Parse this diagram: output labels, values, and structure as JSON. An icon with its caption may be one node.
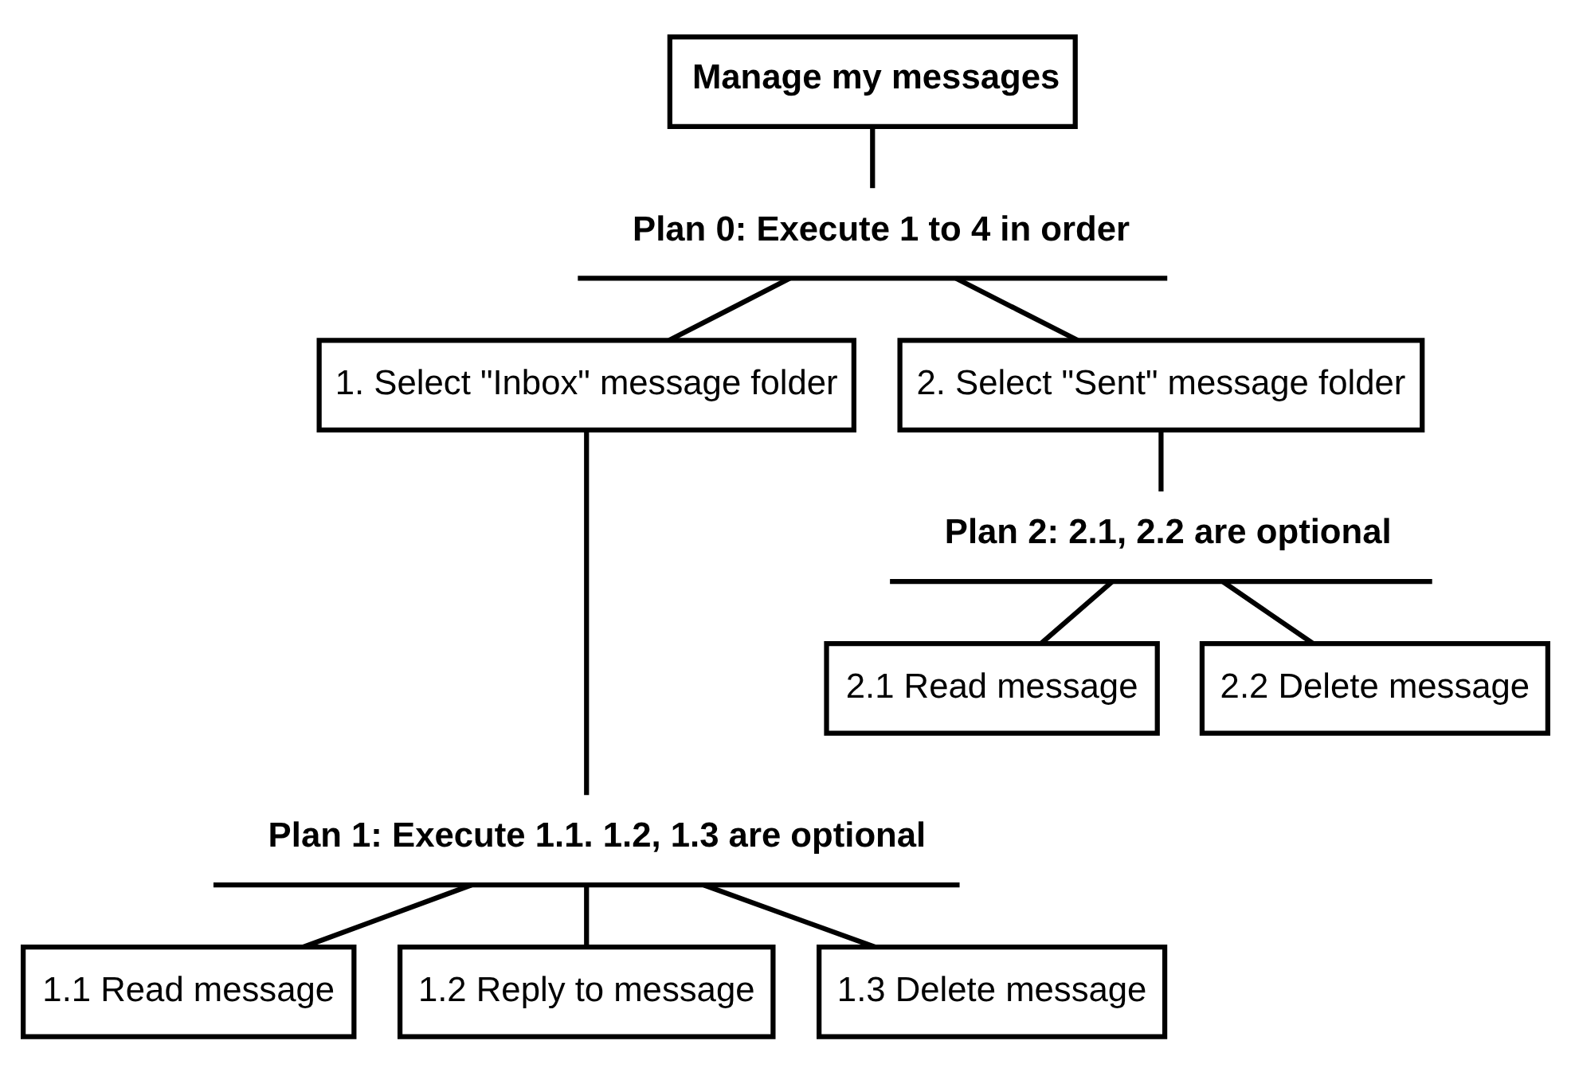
{
  "diagram": {
    "nodes": [
      {
        "text": [
          "Manage my messages"
        ]
      },
      {
        "text": [
          "Plan 0: Execute 1 to 4 in order"
        ]
      },
      {
        "text": [
          "1. Select \"Inbox\" message folder"
        ]
      },
      {
        "text": [
          "2. Select \"Sent\" message folder"
        ]
      },
      {
        "text": [
          "Plan 2: 2.1, 2.2 are optional"
        ]
      },
      {
        "text": [
          "2.1 Read message"
        ]
      },
      {
        "text": [
          "2.2 Delete message"
        ]
      },
      {
        "text": [
          "Plan 1: Execute 1.1. 1.2, 1.3 are optional"
        ]
      },
      {
        "text": [
          "1.1 Read message"
        ]
      },
      {
        "text": [
          "1.2 Reply to message"
        ]
      },
      {
        "text": [
          "1.3 Delete message"
        ]
      }
    ],
    "edges": [
      {
        "from": 0,
        "to": 1,
        "arrow": "none"
      },
      {
        "from": 1,
        "to": 2,
        "arrow": "none"
      },
      {
        "from": 1,
        "to": 3,
        "arrow": "none"
      },
      {
        "from": 3,
        "to": 4,
        "arrow": "none"
      },
      {
        "from": 4,
        "to": 5,
        "arrow": "none"
      },
      {
        "from": 4,
        "to": 6,
        "arrow": "none"
      },
      {
        "from": 2,
        "to": 7,
        "arrow": "none"
      },
      {
        "from": 7,
        "to": 8,
        "arrow": "none"
      },
      {
        "from": 7,
        "to": 9,
        "arrow": "none"
      },
      {
        "from": 7,
        "to": 10,
        "arrow": "none"
      }
    ]
  }
}
